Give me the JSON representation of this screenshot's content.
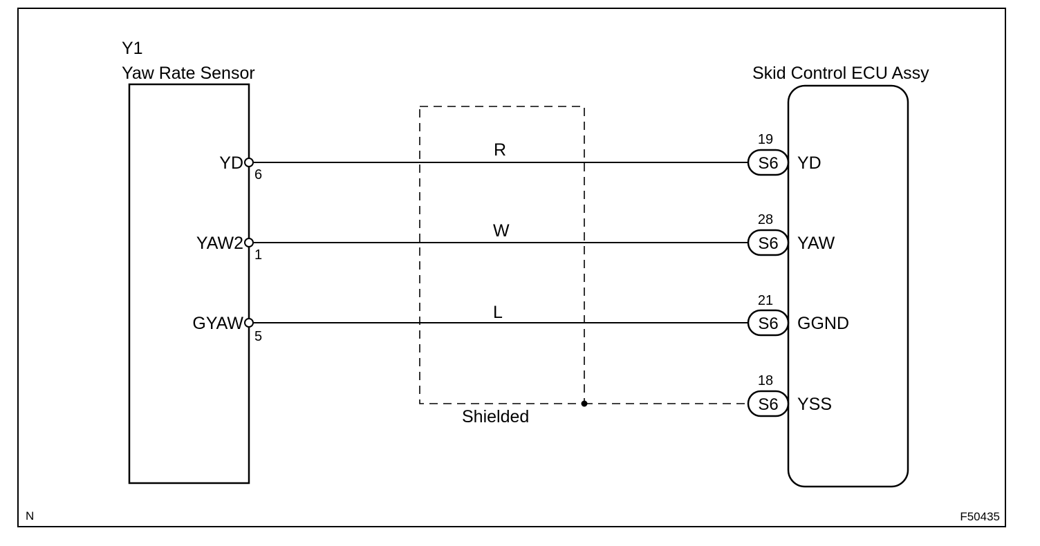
{
  "left_component": {
    "id": "Y1",
    "name": "Yaw Rate Sensor",
    "terminals": [
      {
        "name": "YD",
        "pin": "6"
      },
      {
        "name": "YAW2",
        "pin": "1"
      },
      {
        "name": "GYAW",
        "pin": "5"
      }
    ]
  },
  "right_component": {
    "name": "Skid Control ECU Assy",
    "terminals": [
      {
        "name": "YD",
        "pin": "19",
        "connector": "S6"
      },
      {
        "name": "YAW",
        "pin": "28",
        "connector": "S6"
      },
      {
        "name": "GGND",
        "pin": "21",
        "connector": "S6"
      },
      {
        "name": "YSS",
        "pin": "18",
        "connector": "S6"
      }
    ]
  },
  "wires": [
    {
      "color": "R"
    },
    {
      "color": "W"
    },
    {
      "color": "L"
    }
  ],
  "shield_label": "Shielded",
  "corner_left": "N",
  "corner_right": "F50435"
}
